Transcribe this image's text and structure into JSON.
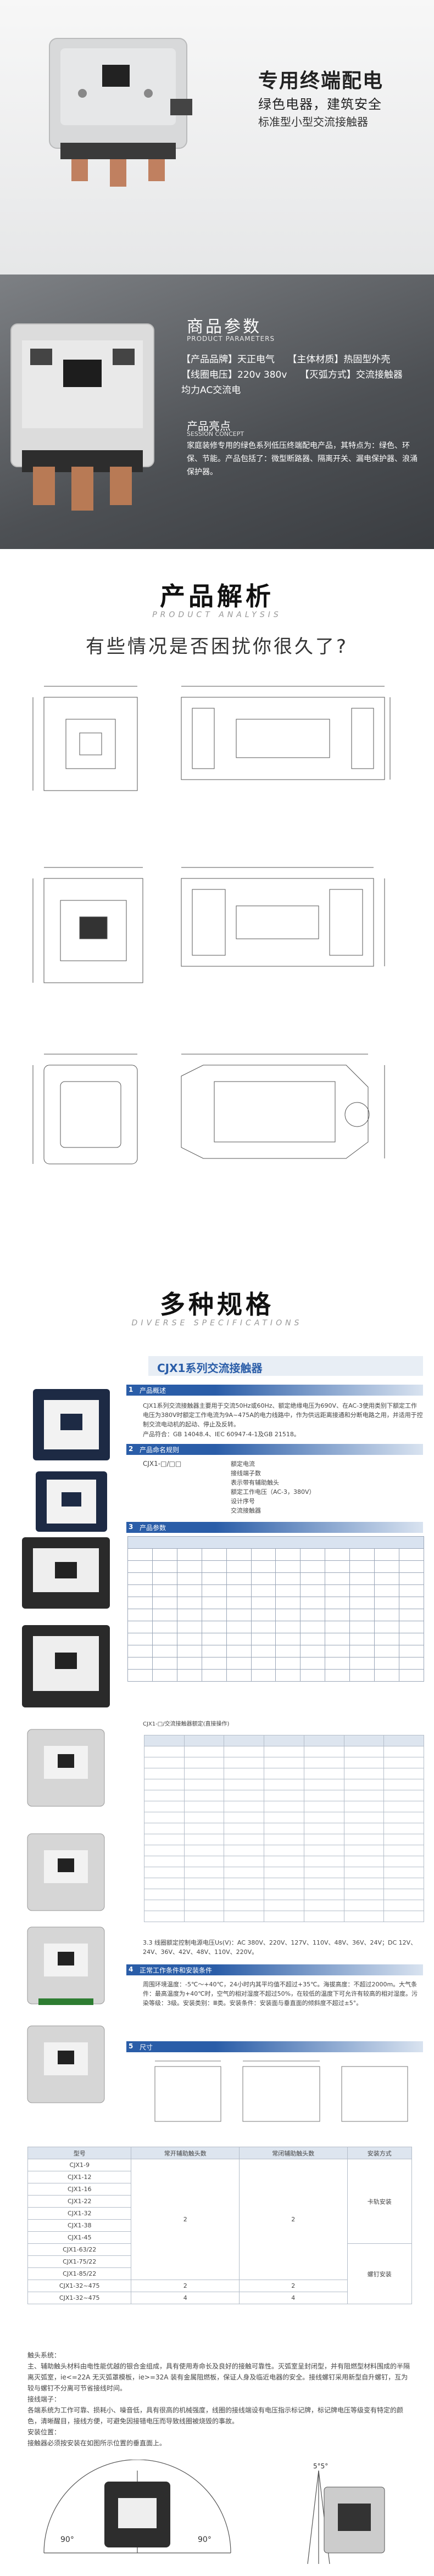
{
  "hero": {
    "title": "专用终端配电",
    "subtitle1": "绿色电器，建筑安全",
    "subtitle2": "标准型小型交流接触器",
    "params_title": "商品参数",
    "params_en": "PRODUCT PARAMETERS",
    "params": [
      [
        "【产品品牌】天正电气",
        "【主体材质】热固型外壳"
      ],
      [
        "【线圈电压】220v 380v",
        "【灭弧方式】交流接触器"
      ],
      [
        "均力AC交流电",
        ""
      ]
    ],
    "selling_title": "产品亮点",
    "selling_en": "SESSION CONCEPT",
    "selling_text": "家庭装修专用的绿色系列低压终端配电产品，其特点为：绿色、环保、节能。产品包括了：微型断路器、隔离开关、漏电保护器、浪涌保护器。"
  },
  "analysis": {
    "title": "产品解析",
    "title_en": "PRODUCT ANALYSIS",
    "question": "有些情况是否困扰你很久了?"
  },
  "specs": {
    "title": "多种规格",
    "title_en": "DIVERSE SPECIFICATIONS",
    "series": "CJX1系列交流接触器",
    "sections": [
      {
        "num": "1",
        "label": "产品概述"
      },
      {
        "num": "2",
        "label": "产品命名规则"
      },
      {
        "num": "3",
        "label": "产品参数"
      },
      {
        "num": "4",
        "label": "正常工作条件和安装条件"
      },
      {
        "num": "5",
        "label": "尺寸"
      }
    ],
    "overview_text": "CJX1系列交流接触器主要用于交流50Hz或60Hz、额定绝缘电压为690V、在AC-3使用类别下额定工作电压为380V时额定工作电流为9A~475A的电力线路中，作为供远距离接通和分断电路之用，并适用于控制交流电动机的起动、停止及反转。",
    "overview_std": "产品符合：GB 14048.4、IEC 60947-4-1及GB 21518。",
    "naming_items": [
      "额定电流",
      "接线端子数",
      "表示带有辅助触头",
      "额定工作电压（AC-3，380V）",
      "设计序号",
      "交流接触器"
    ],
    "naming_model": "CJX1-□/□□",
    "param_table_b_title": "CJX1-□/交流接触器额定(直接操作)",
    "coil_text": "3.3 线圈额定控制电源电压Us(V)：AC 380V、220V、127V、110V、48V、36V、24V；DC 12V、24V、36V、42V、48V、110V、220V。",
    "conditions_text": "周围环境温度：-5℃～+40℃，24小时内其平均值不超过+35℃。海拔高度：不超过2000m。大气条件：最高温度为+40℃时，空气的相对湿度不超过50%，在较低的温度下可允许有较高的相对湿度。污染等级：3级。安装类别：Ⅲ类。安装条件：安装面与垂直面的倾斜度不超过±5°。",
    "table_c_headers": [
      "型号",
      "常开辅助触头数",
      "常闭辅助触头数",
      "安装方式"
    ],
    "table_c_rows": [
      [
        "CJX1-9",
        "",
        "",
        ""
      ],
      [
        "CJX1-12",
        "",
        "",
        ""
      ],
      [
        "CJX1-16",
        "2",
        "2",
        "卡轨安装"
      ],
      [
        "CJX1-22",
        "",
        "",
        ""
      ],
      [
        "CJX1-32",
        "",
        "",
        ""
      ],
      [
        "CJX1-38",
        "",
        "",
        ""
      ],
      [
        "CJX1-45",
        "",
        "",
        ""
      ],
      [
        "CJX1-63/22",
        "",
        "",
        "螺钉安装"
      ],
      [
        "CJX1-75/22",
        "",
        "",
        ""
      ],
      [
        "CJX1-85/22",
        "",
        "",
        ""
      ],
      [
        "CJX1-32~475",
        "2",
        "2",
        ""
      ],
      [
        "CJX1-32~475",
        "4",
        "4",
        ""
      ]
    ],
    "notes_title": "触头系统：",
    "notes": [
      "主、辅助触头材料由电性能优越的银合金组成，具有使用寿命长及良好的接触可靠性。灭弧室呈封闭型，并有阻燃型材料围成的半隔离灭弧室，ie<=22A 无灭弧罩模板，ie>=32A 装有金属阻燃板，保证人身及临近电器的安全。接线螺钉采用新型自升螺钉，互为较与螺钉不分离可节省接线时间。",
      "接线端子：",
      "各端系统为工作可靠、损耗小、噪音低，具有很高的机械强度，线圈的接线端设有电压指示标记牌，标记牌电压等级变有特定的颜色，清晰醒目，接线方便，可避免因接错电压而导致线圈被烧毁的事故。",
      "安装位置：",
      "接触器必须按安装在如图所示位置的垂直面上。"
    ],
    "angle_1": "90°",
    "angle_2": "90°",
    "angle_3": "5°5°"
  },
  "colors": {
    "accent_blue": "#2a5da8",
    "table_header": "#d9e3f0",
    "hero_dark": "#4d5054"
  }
}
